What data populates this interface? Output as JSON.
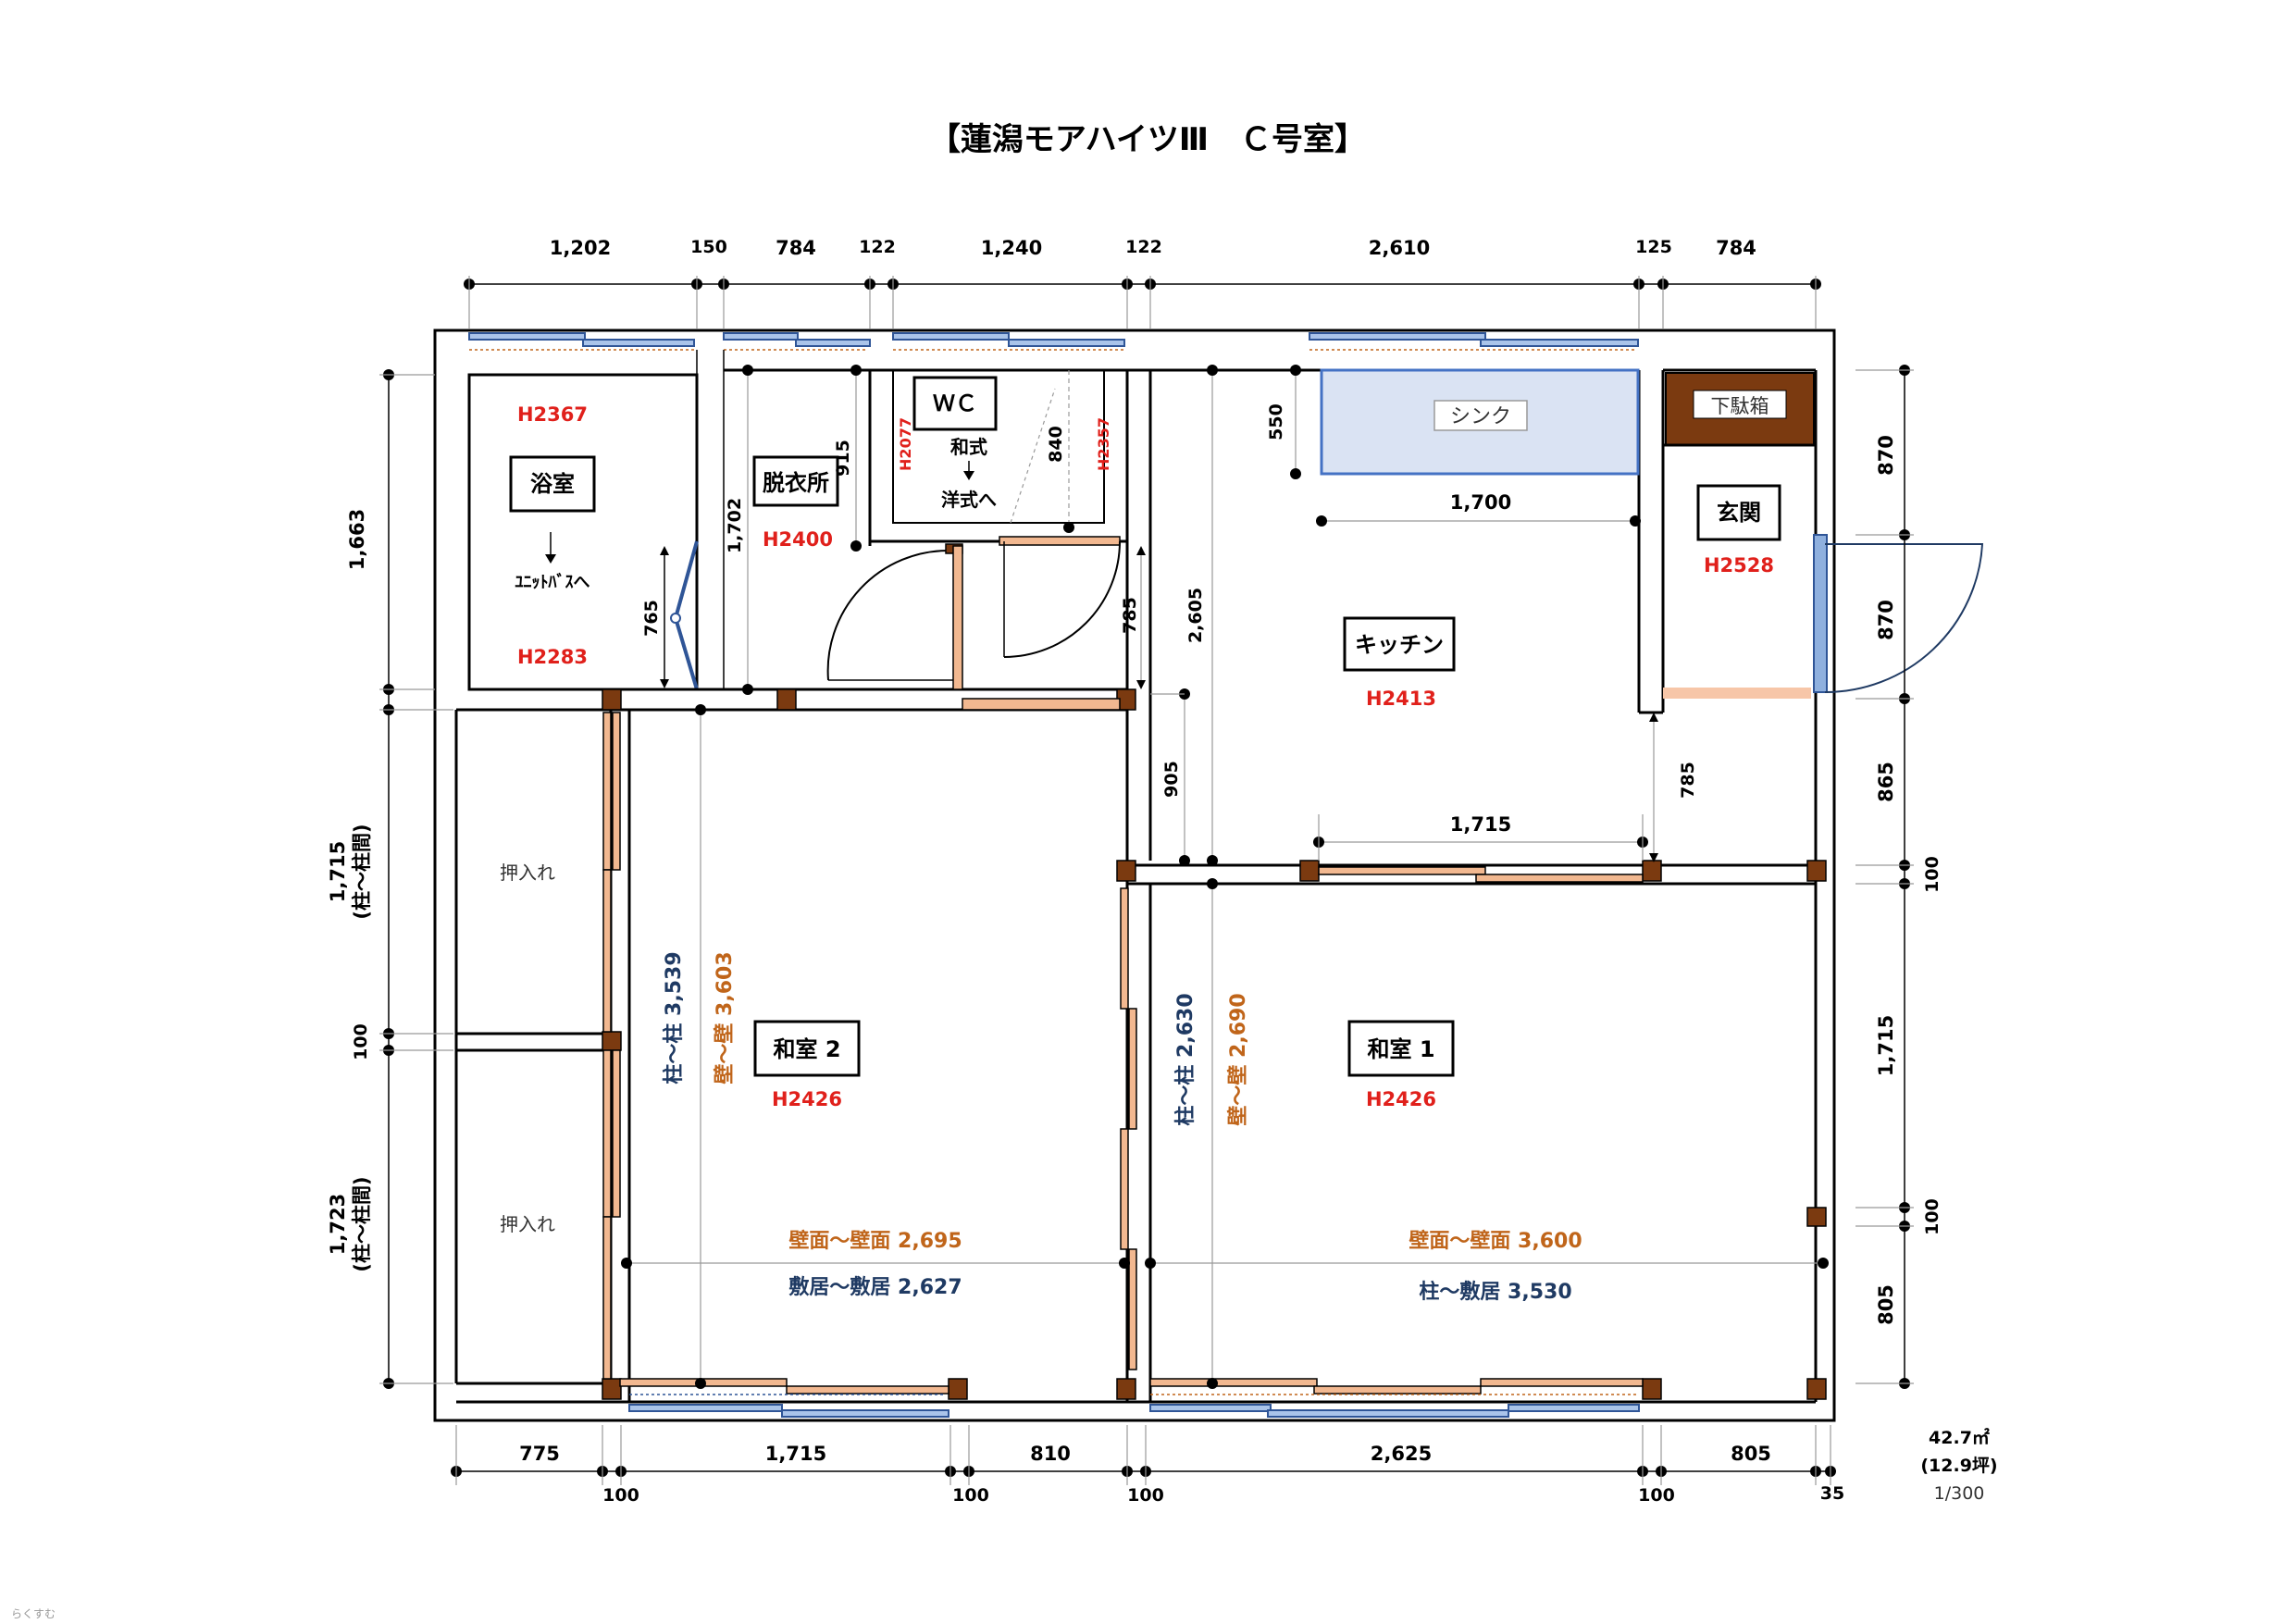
{
  "title": "【蓮潟モアハイツⅢ　Ｃ号室】",
  "top_dims": [
    "1,202",
    "150",
    "784",
    "122",
    "1,240",
    "122",
    "2,610",
    "125",
    "784"
  ],
  "bottom_dims": [
    "775",
    "1,715",
    "810",
    "2,625",
    "805"
  ],
  "bottom_sub_dims": [
    "100",
    "100",
    "100",
    "100",
    "35"
  ],
  "left_dims": {
    "d1": "1,663",
    "d2a": "1,715",
    "d2b": "(柱～柱間)",
    "d3": "100",
    "d4a": "1,723",
    "d4b": "(柱～柱間)"
  },
  "right_dims": [
    "870",
    "870",
    "865",
    "100",
    "1,715",
    "100",
    "805"
  ],
  "rooms": {
    "bath": {
      "label": "浴室",
      "height": "H2367",
      "height2": "H2283",
      "note": "ﾕﾆｯﾄﾊﾞｽへ"
    },
    "dressing": {
      "label": "脱衣所",
      "height": "H2400"
    },
    "wc": {
      "label": "ＷＣ",
      "note1": "和式",
      "note2": "洋式へ",
      "h_left": "H2077",
      "h_right": "H2357"
    },
    "kitchen": {
      "label": "キッチン",
      "height": "H2413"
    },
    "sink": {
      "label": "シンク"
    },
    "shoe_box": {
      "label": "下駄箱"
    },
    "entrance": {
      "label": "玄関",
      "height": "H2528"
    },
    "washitsu1": {
      "label": "和室 1",
      "height": "H2426"
    },
    "washitsu2": {
      "label": "和室 2",
      "height": "H2426"
    },
    "closet_top": {
      "label": "押入れ"
    },
    "closet_bottom": {
      "label": "押入れ"
    }
  },
  "inner_dims": {
    "bath_door": "765",
    "dressing_h": "1,702",
    "dressing_915": "915",
    "wc_840": "840",
    "kitchen_550": "550",
    "kitchen_1700": "1,700",
    "kitchen_2605": "2,605",
    "hall_785a": "785",
    "hall_905": "905",
    "kitchen_1715": "1,715",
    "ent_785": "785"
  },
  "measures": {
    "w2_post": "柱～柱 3,539",
    "w2_wall": "壁～壁 3,603",
    "w2_wall_h": "壁面～壁面 2,695",
    "w2_sill_h": "敷居～敷居 2,627",
    "w1_post": "柱～柱 2,630",
    "w1_wall": "壁～壁 2,690",
    "w1_wall_h": "壁面～壁面 3,600",
    "w1_sill_h": "柱～敷居 3,530"
  },
  "area": {
    "sqm": "42.7㎡",
    "tsubo": "(12.9坪)",
    "scale": "1/300"
  },
  "watermark": "らくすむ",
  "colors": {
    "red": "#e0201b",
    "navy": "#1f3a63",
    "orange": "#c0651a",
    "post": "#7b3a10",
    "window": "#aac4ea"
  }
}
